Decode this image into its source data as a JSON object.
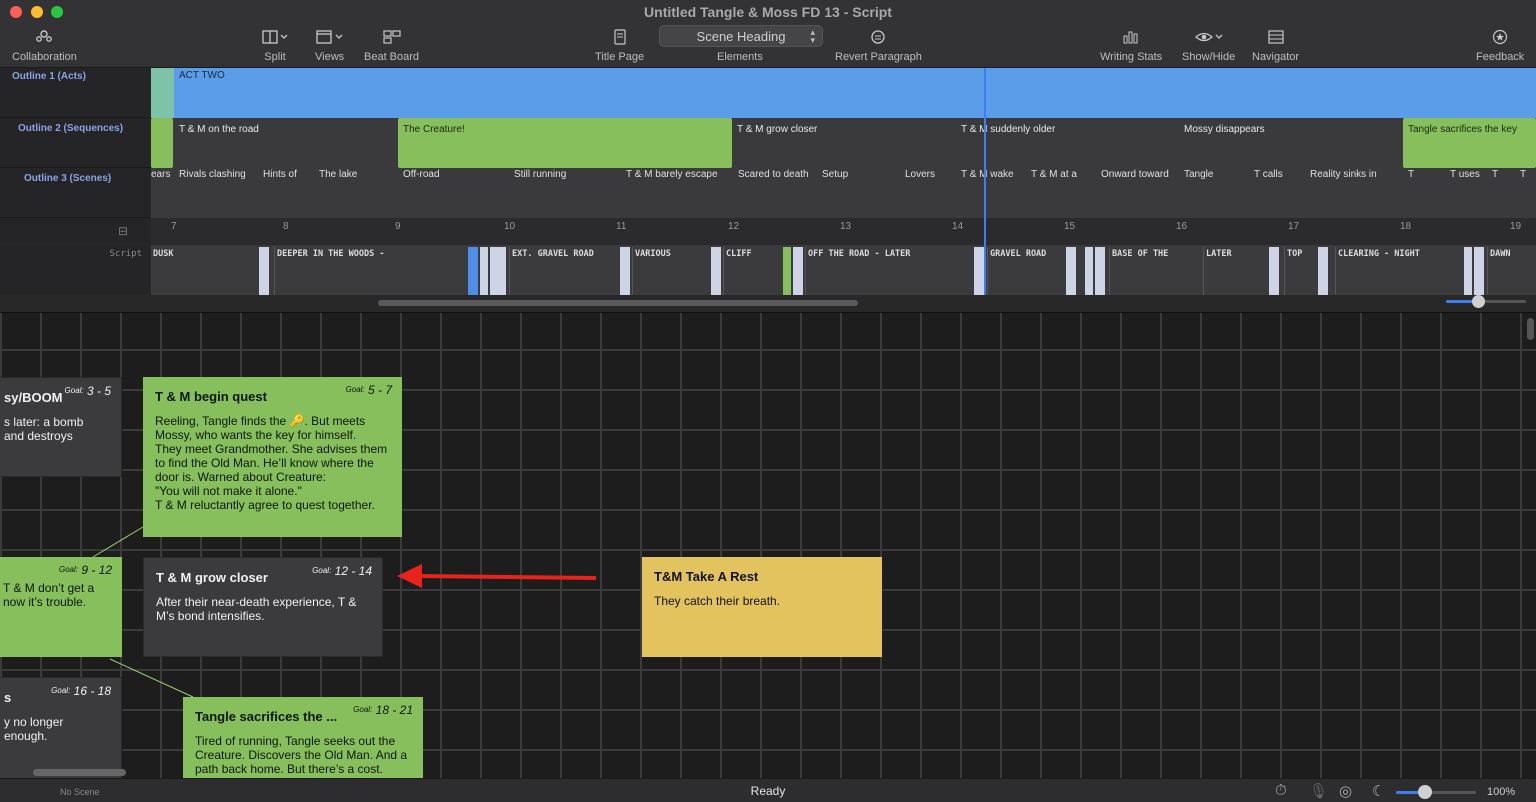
{
  "window": {
    "title": "Untitled Tangle & Moss FD 13 - Script",
    "close_color": "#ff5f57",
    "minimize_color": "#febc2e",
    "zoom_color": "#28c840"
  },
  "toolbar": {
    "collaboration": "Collaboration",
    "split": "Split",
    "views": "Views",
    "beat_board": "Beat Board",
    "title_page": "Title Page",
    "elements": "Elements",
    "element_value": "Scene Heading",
    "revert_paragraph": "Revert Paragraph",
    "writing_stats": "Writing Stats",
    "show_hide": "Show/Hide",
    "navigator": "Navigator",
    "feedback": "Feedback"
  },
  "timeline": {
    "rows": {
      "acts": "Outline 1 (Acts)",
      "sequences": "Outline 2 (Sequences)",
      "scenes": "Outline 3 (Scenes)",
      "script": "Script"
    },
    "act": "ACT TWO",
    "sequences": [
      "T & M on the road",
      "The Creature!",
      "T & M grow closer",
      "T & M suddenly older",
      "Mossy disappears",
      "Tangle sacrifices the key"
    ],
    "scenes": [
      "ears",
      "Rivals clashing",
      "Hints of",
      "The lake",
      "Off-road",
      "Still running",
      "T & M barely escape",
      "Scared to death",
      "Setup",
      "Lovers",
      "T & M wake",
      "T & M at a",
      "Onward toward",
      "Tangle",
      "T calls",
      "Reality sinks in",
      "T",
      "T uses",
      "T",
      "T"
    ],
    "ticks": [
      "7",
      "8",
      "9",
      "10",
      "11",
      "12",
      "13",
      "14",
      "15",
      "16",
      "17",
      "18",
      "19"
    ],
    "script_headings": [
      "DUSK",
      "DEEPER IN THE WOODS -",
      "EXT. GRAVEL ROAD",
      "VARIOUS",
      "CLIFF",
      "OFF THE ROAD - LATER",
      "GRAVEL ROAD",
      "BASE OF THE",
      "LATER",
      "TOP",
      "CLEARING - NIGHT",
      "DAWN"
    ],
    "zoom_fraction": 0.4
  },
  "cards": {
    "goal_label": "Goal:",
    "boom": {
      "title": "sy/BOOM",
      "goal": "3 - 5",
      "body": "s later: a bomb\nand destroys"
    },
    "quest": {
      "title": "T & M begin quest",
      "goal": "5 - 7",
      "body": "Reeling, Tangle finds the 🔑. But meets Mossy, who wants the key for himself.\nThey meet Grandmother. She advises them to find the Old Man. He’ll know where the door is. Warned about Creature:\n\"You will not make it alone.\"\nT & M reluctantly agree to quest together."
    },
    "trouble": {
      "title": "",
      "goal": "9 - 12",
      "body": "T & M don’t get a\nnow it’s trouble."
    },
    "closer": {
      "title": "T & M grow closer",
      "goal": "12 - 14",
      "body": "After their near-death experience, T & M’s bond intensifies."
    },
    "rest": {
      "title": "T&M Take A Rest",
      "goal": "",
      "body": "They catch their breath."
    },
    "enough": {
      "title": "s",
      "goal": "16 - 18",
      "body": "y no longer enough."
    },
    "sacrifice": {
      "title": "Tangle sacrifices the ...",
      "goal": "18 - 21",
      "body": "Tired of running, Tangle seeks out the Creature. Discovers the Old Man. And a path back home. But there’s a cost."
    }
  },
  "colors": {
    "act_blue": "#5b9de9",
    "seq_green": "#86bf5b",
    "card_yellow": "#e3c35e",
    "arrow_red": "#e8231c",
    "playhead": "#3d7ff0"
  },
  "status": {
    "scene": "No Scene",
    "state": "Ready",
    "zoom": "100%",
    "zoom_fraction": 0.36
  }
}
